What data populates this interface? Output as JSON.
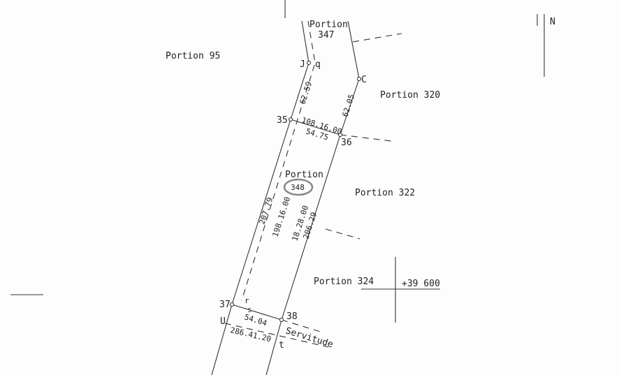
{
  "portions": {
    "p95": "Portion 95",
    "p347_line1": "Portion",
    "p347_line2": "347",
    "p320": "Portion 320",
    "p322": "Portion 322",
    "p324": "Portion 324",
    "p348_line1": "Portion",
    "p348_line2": "348"
  },
  "points": {
    "j": "J",
    "q": "q",
    "c": "C",
    "p35": "35",
    "p36": "36",
    "p37": "37",
    "p38": "38",
    "r": "r",
    "s": "s",
    "u": "U",
    "t": "t"
  },
  "measurements": {
    "west_upper": "62.59",
    "east_upper": "62.05",
    "bearing_35_36": "108.16.00",
    "dist_35_36": "54.75",
    "west_length": "207.79",
    "west_bearing": "198.16.00",
    "east_bearing": "18.28.00",
    "east_length": "206.29",
    "dist_37_38": "54.04",
    "bearing_u_t": "286.41.20"
  },
  "servitude": "Servitude",
  "coordinate": "+39 600",
  "north": "N"
}
